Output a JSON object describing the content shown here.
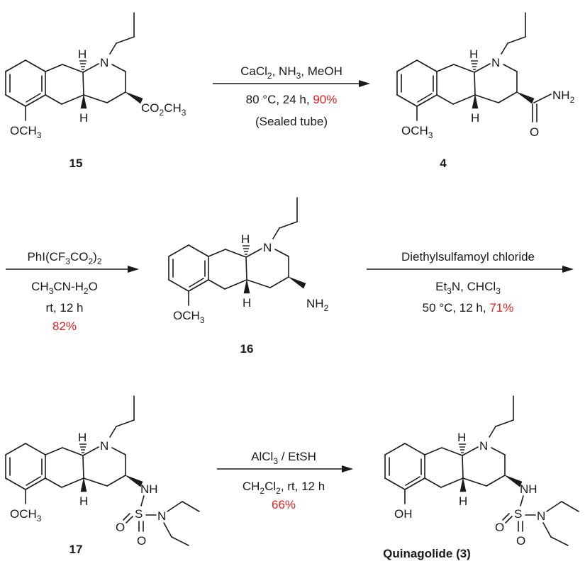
{
  "accent_color": "#e02020",
  "compounds": {
    "c15": {
      "label": "15",
      "ester": "CO",
      "ester_sub": "2",
      "ester_tail": "CH",
      "ester_sub2": "3",
      "ome": "OCH",
      "ome_sub": "3",
      "n": "N",
      "h_top": "H",
      "h_bottom": "H"
    },
    "c4": {
      "label": "4",
      "nh2": "NH",
      "nh2_sub": "2",
      "o": "O",
      "ome": "OCH",
      "ome_sub": "3",
      "n": "N",
      "h_top": "H",
      "h_bottom": "H"
    },
    "c16": {
      "label": "16",
      "nh2": "NH",
      "nh2_sub": "2",
      "ome": "OCH",
      "ome_sub": "3",
      "n": "N",
      "h_top": "H",
      "h_bottom": "H"
    },
    "c17": {
      "label": "17",
      "nh": "NH",
      "s": "S",
      "o_left": "O",
      "o_bottom": "O",
      "n_sulf": "N",
      "ome": "OCH",
      "ome_sub": "3",
      "n": "N",
      "h_top": "H",
      "h_bottom": "H"
    },
    "c3": {
      "label": "Quinagolide (3)",
      "nh": "NH",
      "s": "S",
      "o_left": "O",
      "o_bottom": "O",
      "n_sulf": "N",
      "oh": "OH",
      "n": "N",
      "h_top": "H",
      "h_bottom": "H"
    }
  },
  "reactions": {
    "r1": {
      "line1_a": "CaCl",
      "line1_a_sub": "2",
      "line1_b": ", NH",
      "line1_b_sub": "3",
      "line1_c": ", MeOH",
      "line2": "80 °C, 24 h, ",
      "yield": "90%",
      "line3": "(Sealed tube)"
    },
    "r2": {
      "line1_a": "PhI(CF",
      "line1_a_sub": "3",
      "line1_b": "CO",
      "line1_b_sub": "2",
      "line1_c": ")",
      "line1_c_sub": "2",
      "line2_a": "CH",
      "line2_a_sub": "3",
      "line2_b": "CN-H",
      "line2_b_sub": "2",
      "line2_c": "O",
      "line3": "rt, 12 h",
      "yield": "82%"
    },
    "r3": {
      "line1": "Diethylsulfamoyl chloride",
      "line2_a": "Et",
      "line2_a_sub": "3",
      "line2_b": "N, CHCl",
      "line2_b_sub": "3",
      "line3": "50 °C, 12 h, ",
      "yield": "71%"
    },
    "r4": {
      "line1_a": "AlCl",
      "line1_a_sub": "3",
      "line1_b": " / EtSH",
      "line2_a": "CH",
      "line2_a_sub": "2",
      "line2_b": "Cl",
      "line2_b_sub": "2",
      "line2_c": ", rt, 12 h",
      "yield": "66%"
    }
  }
}
